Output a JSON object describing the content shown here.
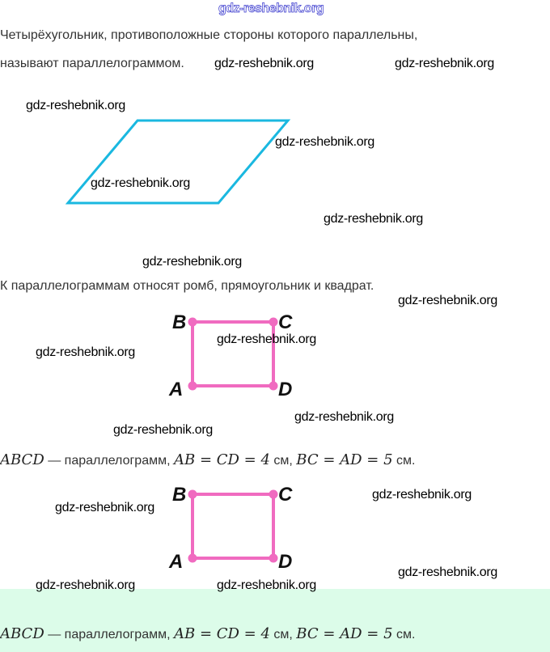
{
  "header_watermark": "gdz-reshebnik.org",
  "paragraph1": {
    "line1": "Четырёхугольник, противоположные стороны которого параллельны,",
    "line2": "называют параллелограммом."
  },
  "paragraph2": "К параллелограммам относят ромб, прямоугольник и квадрат.",
  "watermark": "gdz-reshebnik.org",
  "vertices": {
    "a": "A",
    "b": "B",
    "c": "C",
    "d": "D"
  },
  "statement": {
    "name": "ABCD",
    "dash": " — параллелограмм, ",
    "eq1": "AB = CD = 4",
    "unit1": " см, ",
    "eq2": "BC = AD = 5",
    "unit2": " см."
  },
  "colors": {
    "parallelogram": "#1ab8e0",
    "square": "#f06bc0",
    "band": "#dcfce9"
  }
}
